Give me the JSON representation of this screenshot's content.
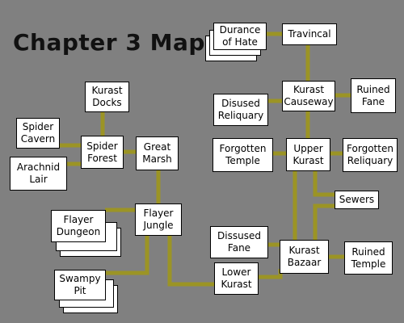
{
  "title": "Chapter 3 Map",
  "colors": {
    "background": "#808080",
    "connector": "#9b9425",
    "box": "#ffffff",
    "border": "#000000"
  },
  "nodes": {
    "durance_of_hate": "Durance\nof Hate",
    "travincal": "Travincal",
    "kurast_causeway": "Kurast\nCauseway",
    "ruined_fane": "Ruined\nFane",
    "disused_reliquary": "Disused\nReliquary",
    "kurast_docks": "Kurast\nDocks",
    "spider_cavern": "Spider\nCavern",
    "spider_forest": "Spider\nForest",
    "great_marsh": "Great\nMarsh",
    "arachnid_lair": "Arachnid\nLair",
    "forgotten_temple": "Forgotten\nTemple",
    "upper_kurast": "Upper\nKurast",
    "forgotten_reliquary": "Forgotten\nReliquary",
    "sewers": "Sewers",
    "flayer_dungeon": "Flayer\nDungeon",
    "flayer_jungle": "Flayer\nJungle",
    "dissused_fane": "Dissused\nFane",
    "kurast_bazaar": "Kurast\nBazaar",
    "ruined_temple": "Ruined\nTemple",
    "swampy_pit": "Swampy\nPit",
    "lower_kurast": "Lower\nKurast"
  }
}
